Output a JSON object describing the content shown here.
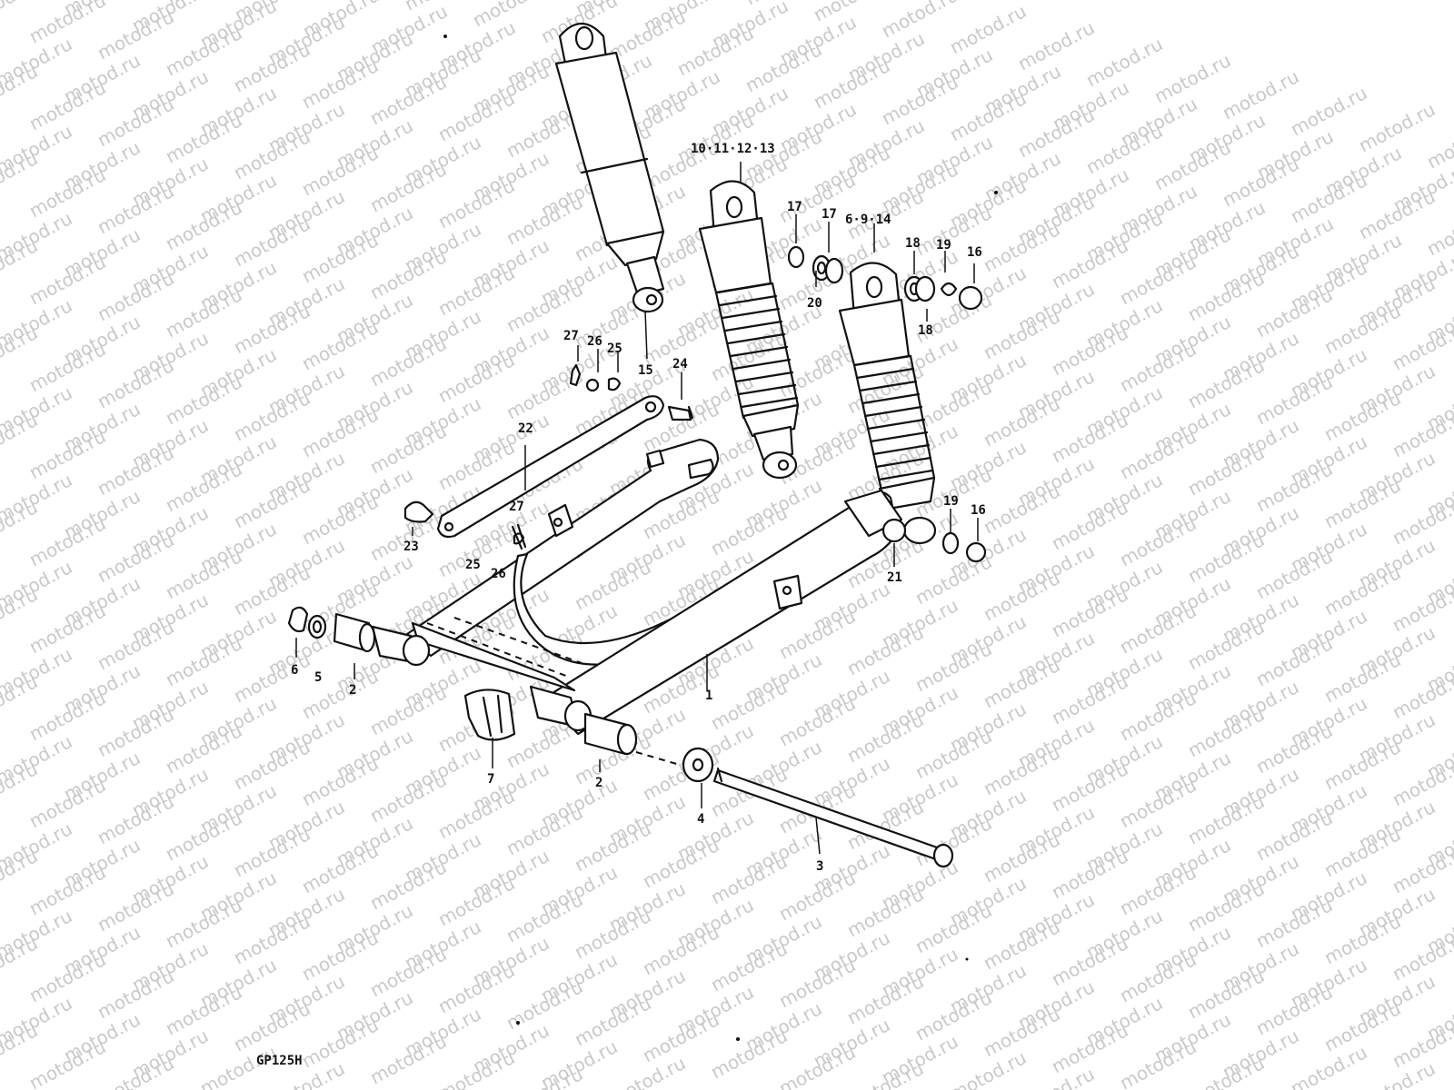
{
  "watermark": {
    "text": "motod.ru"
  },
  "model_code": "GP125H",
  "callouts": [
    {
      "id": "c1",
      "text": "1"
    },
    {
      "id": "c2a",
      "text": "2"
    },
    {
      "id": "c2b",
      "text": "2"
    },
    {
      "id": "c3",
      "text": "3"
    },
    {
      "id": "c4",
      "text": "4"
    },
    {
      "id": "c5",
      "text": "5"
    },
    {
      "id": "c6",
      "text": "6"
    },
    {
      "id": "c7",
      "text": "7"
    },
    {
      "id": "c10",
      "text": "10·11·12·13"
    },
    {
      "id": "c6914",
      "text": "6·9·14"
    },
    {
      "id": "c15",
      "text": "15"
    },
    {
      "id": "c16a",
      "text": "16"
    },
    {
      "id": "c16b",
      "text": "16"
    },
    {
      "id": "c17a",
      "text": "17"
    },
    {
      "id": "c17b",
      "text": "17"
    },
    {
      "id": "c18a",
      "text": "18"
    },
    {
      "id": "c18b",
      "text": "18"
    },
    {
      "id": "c19a",
      "text": "19"
    },
    {
      "id": "c19b",
      "text": "19"
    },
    {
      "id": "c20",
      "text": "20"
    },
    {
      "id": "c21",
      "text": "21"
    },
    {
      "id": "c22",
      "text": "22"
    },
    {
      "id": "c23",
      "text": "23"
    },
    {
      "id": "c24",
      "text": "24"
    },
    {
      "id": "c25a",
      "text": "25"
    },
    {
      "id": "c25b",
      "text": "25"
    },
    {
      "id": "c26a",
      "text": "26"
    },
    {
      "id": "c26b",
      "text": "26"
    },
    {
      "id": "c27a",
      "text": "27"
    },
    {
      "id": "c27b",
      "text": "27"
    }
  ]
}
